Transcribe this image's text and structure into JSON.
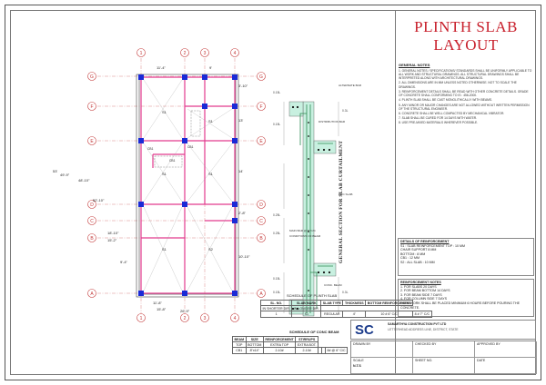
{
  "sheet_title": "PLINTH SLAB LAYOUT",
  "grid": {
    "cols": [
      "1",
      "2",
      "3",
      "4"
    ],
    "rows": [
      "G",
      "F",
      "E",
      "D",
      "C",
      "B",
      "A"
    ]
  },
  "plan": {
    "dims_top": [
      "11'-4\"",
      "9'"
    ],
    "dims_left": [
      "53'",
      "49'-9\"",
      "48'-10\"",
      "52'-10\"",
      "18'-10\"",
      "15'-2\"",
      "9'-4\""
    ],
    "dims_right": [
      "3'-10\"",
      "13'",
      "14'",
      "2'-8\"",
      "10'-10\""
    ],
    "dims_bottom": [
      "11'-8\"",
      "15'-8\"",
      "26'-9\""
    ],
    "slab_labels": [
      "S1",
      "S1",
      "S1",
      "S1",
      "S1",
      "S2"
    ],
    "beam_labels": [
      "CB1",
      "CB1",
      "CB1"
    ]
  },
  "section": {
    "labels": [
      "0.15L",
      "0.15L",
      "0.25L",
      "0.25L",
      "0.15L",
      "0.15L",
      "0.3L",
      "0.3L"
    ],
    "notes": [
      "ALTERNATE BAR",
      "DISTRIBUTION BAR",
      "RCC SLAB",
      "CONC. BEAM",
      "MAIN BAR @ 6\" C/C",
      "CONDITIONS OF BEAM"
    ],
    "title": "GENERAL SECTION FOR SLAB CURTAILMENT"
  },
  "notes_heading": "GENERAL NOTES",
  "notes": [
    "1. GENERAL NOTES / SPECIFICATIONS/ STANDARDS SHALL BE UNIFORMLY APPLICABLE TO ALL WORK AND STRUCTURAL DRAWINGS. ALL STRUCTURAL DRAWINGS SHALL BE INTERPRETED ALONG WITH ARCHITECTURAL DRAWINGS.",
    "2. ALL DIMENSIONS ARE IN MM UNLESS NOTED OTHERWISE. NOT TO SCALE THE DRAWINGS.",
    "3. REINFORCEMENT DETAILS SHALL BE READ WITH OTHER CONCRETE DETAILS. GRADE OF CONCRETE SHALL CONFORMING TO IS : 456-2000.",
    "4. PLINTH SLAB SHALL BE CAST MONOLITHICALLY WITH BEAMS.",
    "5. ANY MINOR OR MAJOR CHANGES ARE NOT ALLOWED WITHOUT WRITTEN PERMISSION OF THE STRUCTURAL ENGINEER.",
    "6. CONCRETE SHALL BE WELL COMPACTED BY MECHANICAL VIBRATOR.",
    "7. SLAB SHALL BE CURED FOR 14 DAYS WITH WATER.",
    "8. USE PRE-MIXED MATERIALS WHEREVER POSSIBLE."
  ],
  "reinforcement_box": [
    "DETAILS OF REINFORCEMENT",
    "S1 : SLAB REINFORCEMENT   TOP : 10 MM",
    "CHAIR SUPPORT 8 MM",
    "BOTTOM : 8 MM",
    "CB1 : 12 MM",
    "S2 : ALL SLAB : 10 MM"
  ],
  "steel_box": [
    "REINFORCEMENT NOTES",
    "1. FOR SLABS                    20 DAYS",
    "2. FOR BEAM BOTTOM       14 DAYS",
    "3. FOR BEAM SIDE          7 DAYS",
    "4. FOR COLUMN SIDE       7 DAYS",
    "FORMWORK SHALL BE PLACED MINIMUM 6 HOURS BEFORE POURING THE CONCRETE."
  ],
  "schedule_slab": {
    "title": "SCHEDULE OF PLINTH SLAB",
    "headers": [
      "SL. NO.",
      "SLAB MARK",
      "SLAB TYPE",
      "THICKNESS",
      "BOTTOM REINFORCEMENT"
    ],
    "subheaders": [
      "IN SHORTER DIR.",
      "IN LONGER DIR."
    ],
    "rows": [
      [
        "1",
        "S1",
        "REGULAR",
        "4\"",
        "10 # 6\" C/C",
        "8 # 7\" C/C"
      ]
    ]
  },
  "schedule_beam": {
    "title": "SCHEDULE OF CONC BEAM",
    "headers": [
      "BEAM",
      "SIZE",
      "REINFORCEMENT",
      "STIRRUPS"
    ],
    "subheaders": [
      "TOP",
      "BOTTOM",
      "EXTRA TOP",
      "EXTRA BOT."
    ],
    "rows": [
      [
        "CB1",
        "8\"x14\"",
        "2-10#",
        "2-10#",
        "",
        "",
        "8# @ 6\" C/C"
      ]
    ]
  },
  "company": {
    "logo_text": "SC",
    "name": "SAMARTHYA CONSTRUCTION PVT LTD",
    "address": "LETTERHEAD ADDRESS LINE, DISTRICT, STATE"
  },
  "title_block": {
    "labels": [
      "DRAWN BY",
      "CHECKED BY",
      "APPROVED BY",
      "SCALE",
      "SHEET NO.",
      "DATE"
    ],
    "values": [
      "",
      "",
      "",
      "N.T.S",
      "",
      ""
    ]
  },
  "colors": {
    "title_red": "#c8202c",
    "beam_pink": "#e23b8e",
    "column_blue": "#1a2ad6",
    "section_fill": "#c8f0e0",
    "section_bar": "#2c8a52"
  }
}
